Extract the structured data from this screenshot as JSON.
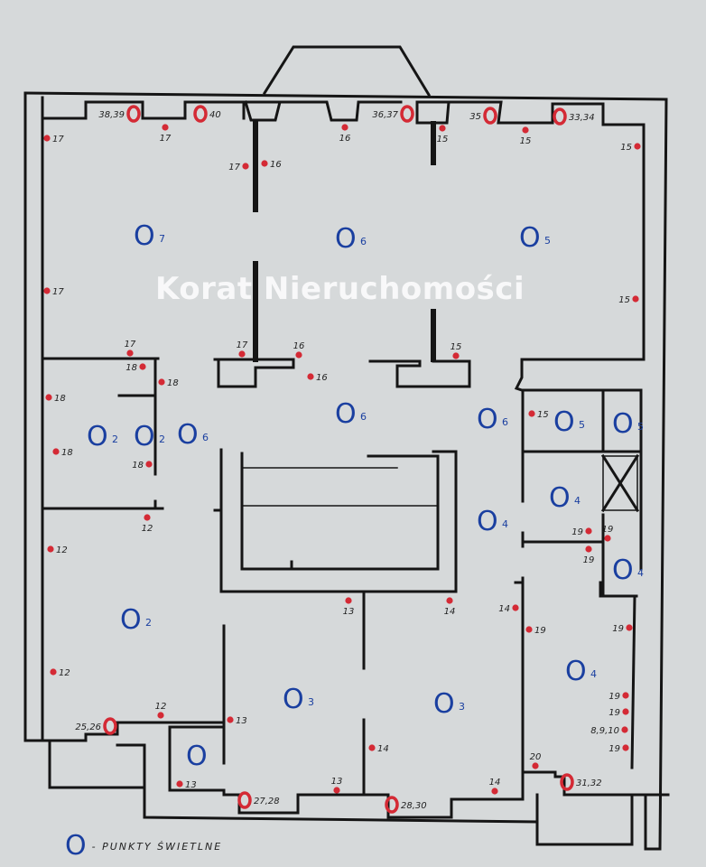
{
  "watermark": "Korat Nieruchomości",
  "legend": {
    "symbol": "O",
    "text": "- PUNKTY  ŚWIETLNE"
  },
  "colors": {
    "light_point": "#1a3fa0",
    "outlet": "#d42a35",
    "wall": "#151515",
    "paper": "#d6d9da"
  },
  "light_points": [
    {
      "symbol": "O",
      "sub": "7"
    },
    {
      "symbol": "O",
      "sub": "6"
    },
    {
      "symbol": "O",
      "sub": "5"
    },
    {
      "symbol": "O",
      "sub": "6"
    },
    {
      "symbol": "O",
      "sub": "6"
    },
    {
      "symbol": "O",
      "sub": "5"
    },
    {
      "symbol": "O",
      "sub": "5"
    },
    {
      "symbol": "O",
      "sub": "2"
    },
    {
      "symbol": "O",
      "sub": "2"
    },
    {
      "symbol": "O",
      "sub": "6"
    },
    {
      "symbol": "O",
      "sub": "4"
    },
    {
      "symbol": "O",
      "sub": "4"
    },
    {
      "symbol": "O",
      "sub": "4"
    },
    {
      "symbol": "O",
      "sub": "2"
    },
    {
      "symbol": "O",
      "sub": "4"
    },
    {
      "symbol": "O",
      "sub": "3"
    },
    {
      "symbol": "O",
      "sub": "3"
    },
    {
      "symbol": "O",
      "sub": ""
    }
  ],
  "outlets": [
    "17",
    "17",
    "16",
    "15",
    "15",
    "15",
    "17",
    "16",
    "17",
    "15",
    "17",
    "17",
    "16",
    "15",
    "18",
    "18",
    "16",
    "18",
    "15",
    "18",
    "18",
    "12",
    "12",
    "19",
    "19",
    "19",
    "13",
    "14",
    "14",
    "19",
    "19",
    "12",
    "12",
    "13",
    "19",
    "19",
    "8,9,10",
    "14",
    "19",
    "20",
    "13",
    "13",
    "14"
  ],
  "ceiling_rings": [
    "38,39",
    "40",
    "36,37",
    "35",
    "33,34",
    "25,26",
    "27,28",
    "28,30",
    "31,32"
  ]
}
